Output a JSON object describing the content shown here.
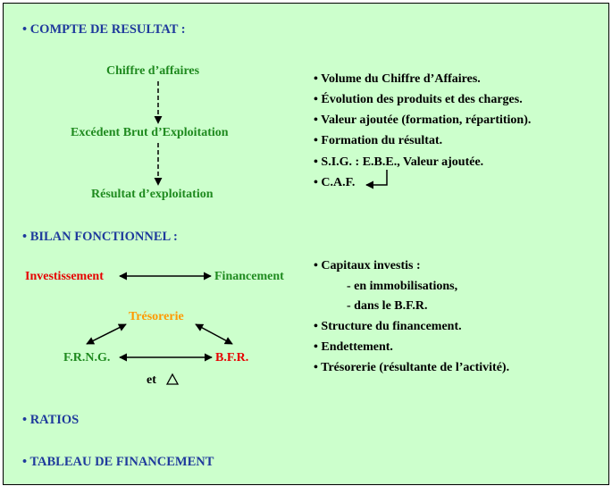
{
  "sections": {
    "compte": "• COMPTE DE RESULTAT :",
    "bilan": "• BILAN FONCTIONNEL :",
    "ratios": "• RATIOS",
    "tableau": "• TABLEAU DE FINANCEMENT"
  },
  "compte_flow": {
    "ca": "Chiffre d’affaires",
    "ebe": "Excédent Brut d’Exploitation",
    "rex": "Résultat d’exploitation"
  },
  "compte_bullets": [
    "• Volume du Chiffre d’Affaires.",
    "• Évolution des produits et des charges.",
    "• Valeur ajoutée (formation, répartition).",
    "• Formation du résultat.",
    "• S.I.G. : E.B.E., Valeur ajoutée.",
    "• C.A.F."
  ],
  "bilan_diagram": {
    "investissement": "Investissement",
    "financement": "Financement",
    "tresorerie": "Trésorerie",
    "frng": "F.R.N.G.",
    "bfr": "B.F.R.",
    "et": "et"
  },
  "bilan_bullets": [
    "• Capitaux investis :",
    "- en immobilisations,",
    "- dans le B.F.R.",
    "• Structure du financement.",
    "• Endettement.",
    "• Trésorerie (résultante de l’activité)."
  ],
  "colors": {
    "background": "#ccffcc",
    "section_blue": "#1f3a9c",
    "green": "#1f8a1f",
    "red": "#e60000",
    "orange": "#ff9900"
  }
}
